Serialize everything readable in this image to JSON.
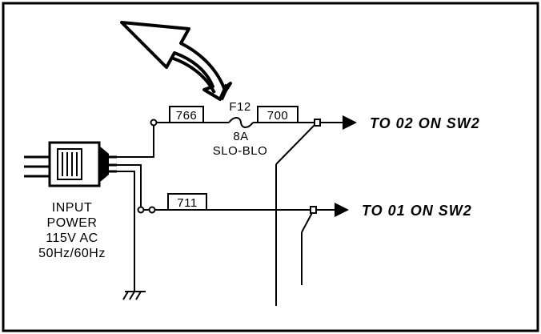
{
  "fuse": {
    "ref": "F12",
    "rating": "8A",
    "type": "SLO-BLO"
  },
  "wires": {
    "left_top": "766",
    "right_top": "700",
    "bottom": "711"
  },
  "destinations": {
    "top": "TO 02 ON SW2",
    "bottom": "TO 01 ON SW2"
  },
  "power_label": {
    "line1": "INPUT",
    "line2": "POWER",
    "line3": "115V AC",
    "line4": "50Hz/60Hz"
  }
}
